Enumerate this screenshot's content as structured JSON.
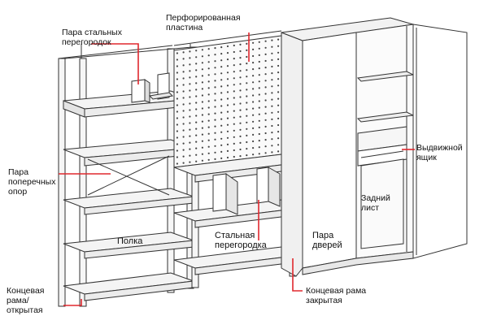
{
  "labels": {
    "steel_dividers_pair": "Пара стальных\nперегородок",
    "perforated_panel": "Перфорированная\nпластина",
    "cross_braces_pair": "Пара\nпоперечных\nопор",
    "shelf": "Полка",
    "steel_divider": "Стальная\nперегородка",
    "doors_pair": "Пара\nдверей",
    "back_panel": "Задний\nлист",
    "drawer": "Выдвижной\nящик",
    "end_frame_open": "Концевая\nрама/\nоткрытая",
    "end_frame_closed": "Концевая рама\nзакрытая"
  },
  "colors": {
    "callout": "#e0282e",
    "stroke": "#333333",
    "fill_light": "#f4f4f4",
    "fill_side": "#e4e4e4"
  }
}
